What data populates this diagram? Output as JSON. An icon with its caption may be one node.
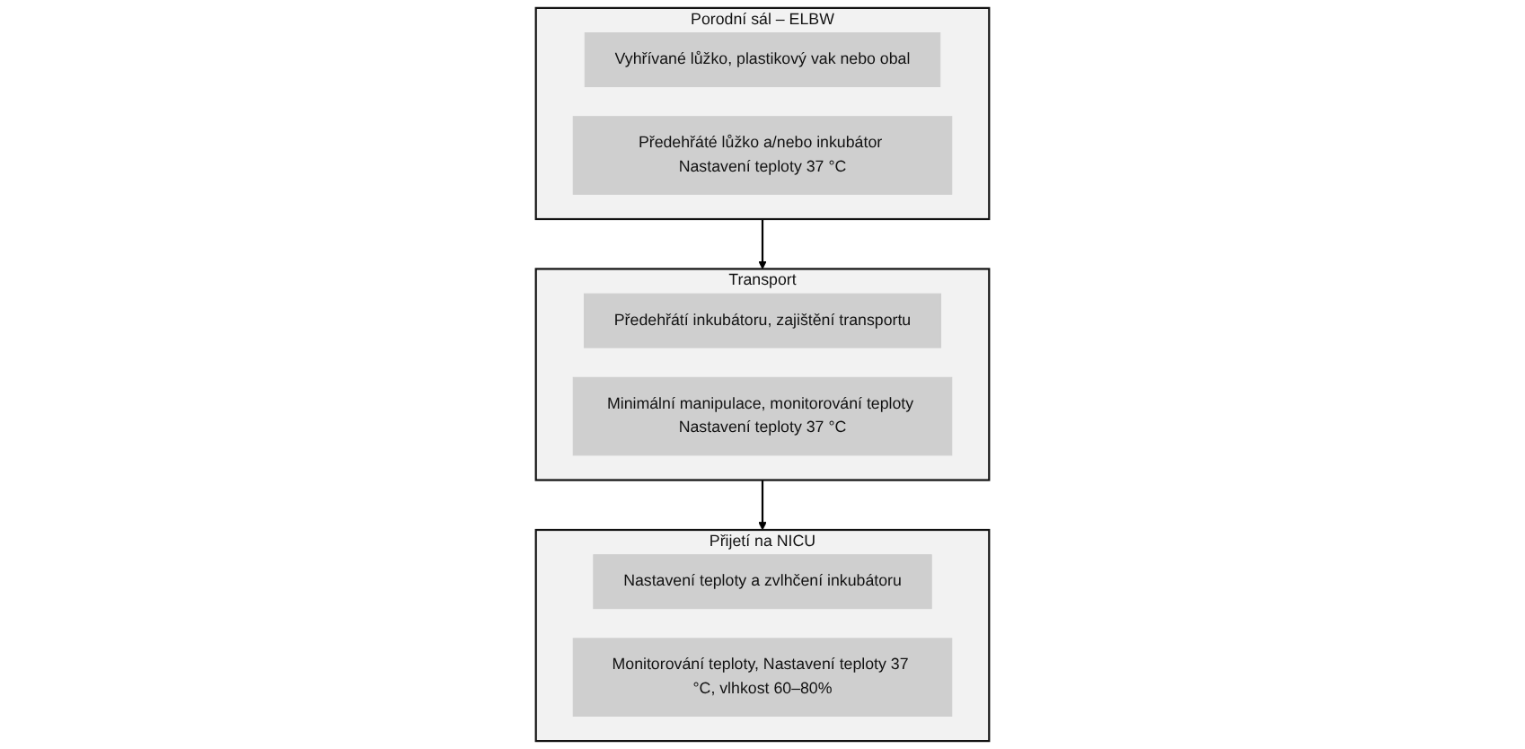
{
  "diagram": {
    "nodes": [
      {
        "text": [
          "Porodní sál – ELBW"
        ]
      },
      {
        "text": [
          "Vyhřívané lůžko, plastikový vak nebo obal"
        ],
        "in": 0
      },
      {
        "text": [
          "Předehřáté lůžko a/nebo inkubátor Nastavení teploty 37 °C"
        ],
        "in": 0
      },
      {
        "text": [
          "Transport"
        ]
      },
      {
        "text": [
          "Předehřátí inkubátoru, zajištění transportu"
        ],
        "in": 3
      },
      {
        "text": [
          "Minimální manipulace, monitorování teploty Nastavení teploty 37 °C"
        ],
        "in": 3
      },
      {
        "text": [
          "Přijetí na NICU"
        ]
      },
      {
        "text": [
          "Nastavení teploty a zvlhčení inkubátoru"
        ],
        "in": 6
      },
      {
        "text": [
          "Monitorování teploty, Nastavení teploty 37 °C, vlhkost 60–80%"
        ],
        "in": 6
      }
    ],
    "edges": [
      {
        "from": 0,
        "to": 3,
        "arrow": "to"
      },
      {
        "from": 3,
        "to": 6,
        "arrow": "to"
      }
    ]
  }
}
